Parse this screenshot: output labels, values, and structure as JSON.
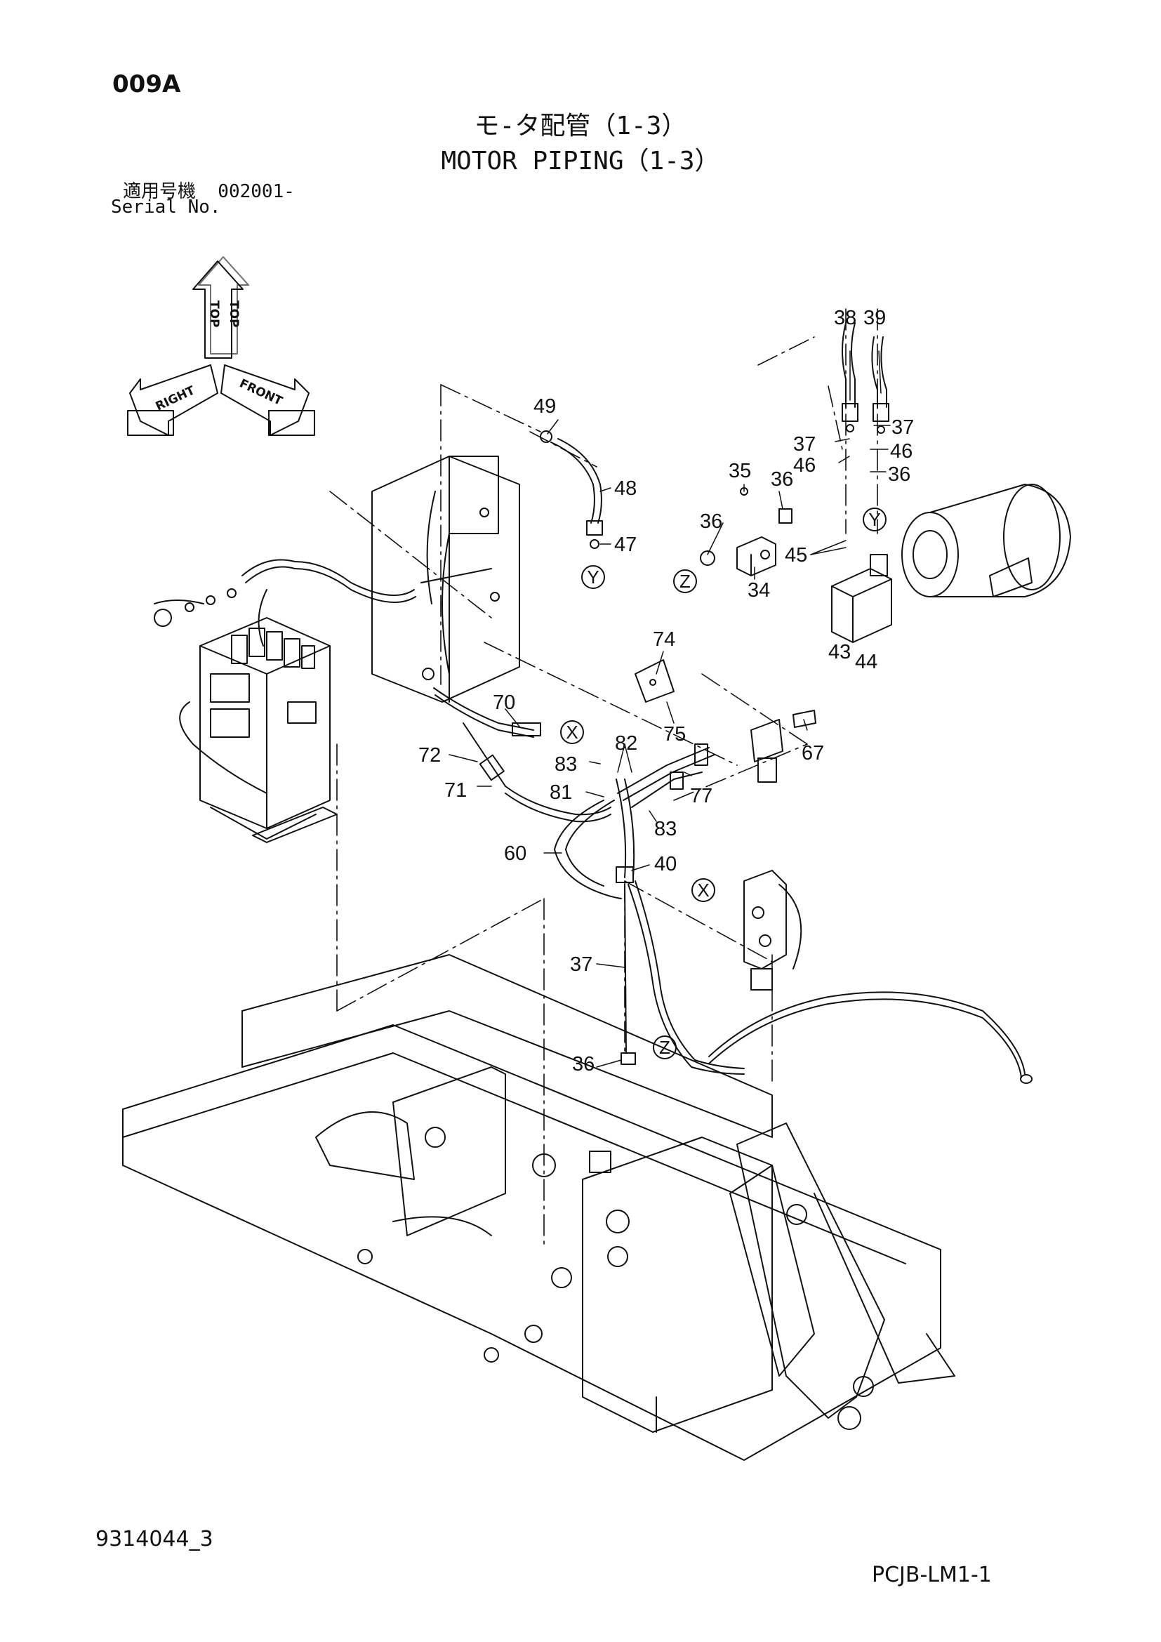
{
  "header": {
    "page_code": "009A",
    "title_jp": "モ-タ配管（1-3）",
    "title_en": "MOTOR PIPING（1-3）",
    "serial_jp": "適用号機  002001-",
    "serial_en": "Serial No."
  },
  "orientation": {
    "top": "TOP",
    "right": "RIGHT",
    "front": "FRONT"
  },
  "callouts": [
    "38",
    "39",
    "37",
    "37",
    "46",
    "46",
    "35",
    "36",
    "36",
    "36",
    "45",
    "34",
    "43",
    "44",
    "49",
    "48",
    "47",
    "74",
    "70",
    "75",
    "67",
    "72",
    "71",
    "83",
    "82",
    "81",
    "77",
    "83",
    "60",
    "40",
    "37",
    "36"
  ],
  "refs": [
    "Y",
    "Y",
    "Z",
    "X",
    "X",
    "Z"
  ],
  "footer": {
    "drawing_number": "9314044_3",
    "page_ref": "PCJB-LM1-1"
  }
}
